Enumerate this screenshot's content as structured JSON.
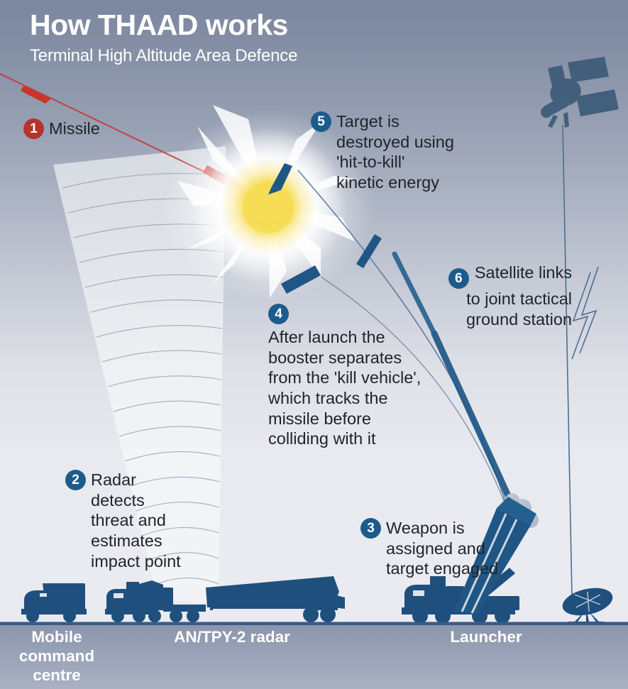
{
  "header": {
    "title": "How THAAD works",
    "subtitle": "Terminal High Altitude Area Defence"
  },
  "colors": {
    "badge_blue": "#1c5c8c",
    "badge_red": "#b5332c",
    "vehicle_navy": "#1f4f7d",
    "missile_red": "#c9342b",
    "interceptor_blue": "#1f5685",
    "ground_strip": "#9aa3b7",
    "sky_top": "#7b879f",
    "sky_bottom": "#e9ebf0",
    "explosion_core": "#f5d93f",
    "radar_fan": "#cfd5de"
  },
  "callouts": [
    {
      "number": "1",
      "badge_color": "red",
      "lines": [
        "Missile"
      ]
    },
    {
      "number": "2",
      "badge_color": "blue",
      "lines": [
        "Radar",
        "detects",
        "threat and",
        "estimates",
        "impact point"
      ]
    },
    {
      "number": "3",
      "badge_color": "blue",
      "lines": [
        "Weapon is",
        "assigned and",
        "target engaged"
      ]
    },
    {
      "number": "4",
      "badge_color": "blue",
      "lines": [
        "After launch the",
        "booster separates",
        "from the 'kill vehicle',",
        "which tracks the",
        "missile before",
        "colliding with it"
      ]
    },
    {
      "number": "5",
      "badge_color": "blue",
      "lines": [
        "Target is",
        "destroyed using",
        "'hit-to-kill'",
        "kinetic energy"
      ]
    },
    {
      "number": "6",
      "badge_color": "blue",
      "lines": [
        "Satellite links",
        "to joint tactical",
        "ground station"
      ]
    }
  ],
  "ground_labels": {
    "command_centre": "Mobile command centre",
    "radar": "AN/TPY-2 radar",
    "launcher": "Launcher"
  },
  "icons": {
    "satellite": "satellite-icon",
    "dish": "satellite-dish-icon",
    "truck": "command-truck-icon",
    "radar_vehicle": "radar-truck-icon",
    "launcher_vehicle": "launcher-truck-icon",
    "explosion": "explosion-icon",
    "missile": "missile-icon",
    "interceptor": "interceptor-icon",
    "booster": "booster-icon",
    "radar_beam": "radar-beam-icon",
    "signal_link": "lightning-signal-icon"
  }
}
